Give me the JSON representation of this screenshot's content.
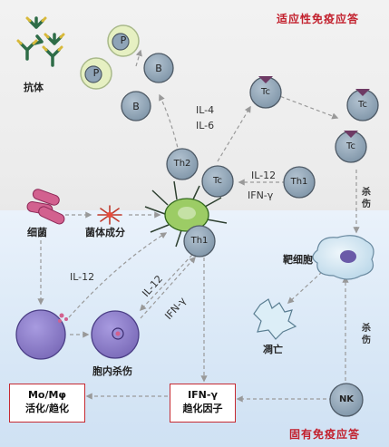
{
  "regions": {
    "adaptive_title": "适应性免疫应答",
    "innate_title": "固有免疫应答"
  },
  "labels": {
    "antibody": "抗体",
    "p1": "P",
    "p2": "P",
    "b1": "B",
    "b2": "B",
    "th2": "Th2",
    "tc_center": "Tc",
    "th1_cell": "Th1",
    "th1_right": "Th1",
    "tc_top1": "Tc",
    "tc_top2": "Tc",
    "tc_top3": "Tc",
    "il4": "IL-4",
    "il6": "IL-6",
    "il12_top": "IL-12",
    "ifn_top": "IFN-γ",
    "bacteria": "细菌",
    "bacterial_component": "菌体成分",
    "target_cell": "靶细胞",
    "kill_top": "杀伤",
    "kill_bottom": "杀伤",
    "apoptosis": "凋亡",
    "il12_left": "IL-12",
    "il12_diag": "IL-12",
    "ifn_diag": "IFN-γ",
    "intracellular_kill": "胞内杀伤",
    "nk": "NK",
    "mo_box_line1": "Mo/Mφ",
    "mo_box_line2": "活化/趋化",
    "ifn_box_line1": "IFN-γ",
    "ifn_box_line2": "趋化因子"
  },
  "colors": {
    "cell_fill": "#8fa4b7",
    "plasma_fill": "#e6f0c2",
    "macrophage_fill": "#8c7cc4",
    "title_red": "#c21f2c",
    "bacteria_pink": "#d2618f",
    "dendritic_green": "#8bc34a"
  }
}
